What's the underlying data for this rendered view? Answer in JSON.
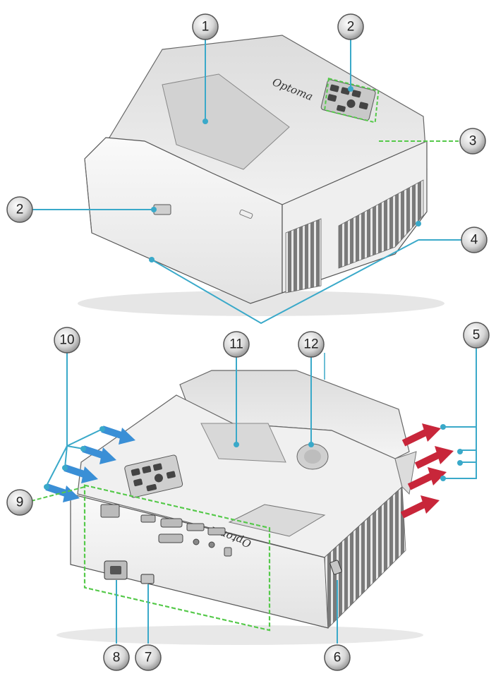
{
  "brand": "Optoma",
  "colors": {
    "leader": "#3aa9c9",
    "highlight": "#55c94a",
    "intake_arrow": "#3a8fd6",
    "exhaust_arrow": "#c8263a",
    "body": "#f1f1f1",
    "outline": "#555555"
  },
  "callouts": [
    {
      "id": "c1",
      "label": "1"
    },
    {
      "id": "c2a",
      "label": "2"
    },
    {
      "id": "c2b",
      "label": "2"
    },
    {
      "id": "c3",
      "label": "3"
    },
    {
      "id": "c4",
      "label": "4"
    },
    {
      "id": "c5",
      "label": "5"
    },
    {
      "id": "c6",
      "label": "6"
    },
    {
      "id": "c7",
      "label": "7"
    },
    {
      "id": "c8",
      "label": "8"
    },
    {
      "id": "c9",
      "label": "9"
    },
    {
      "id": "c10",
      "label": "10"
    },
    {
      "id": "c11",
      "label": "11"
    },
    {
      "id": "c12",
      "label": "12"
    }
  ]
}
